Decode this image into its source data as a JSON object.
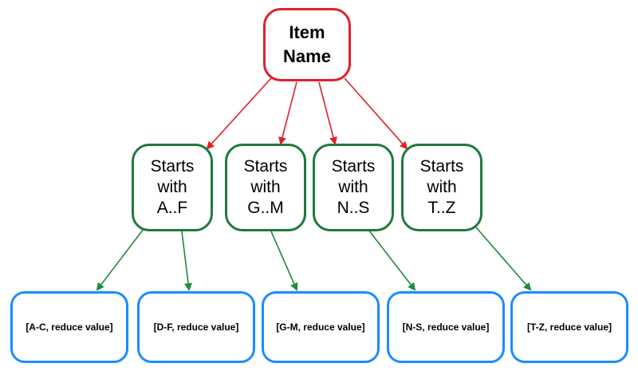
{
  "root": {
    "line1": "Item",
    "line2": "Name"
  },
  "groups": [
    {
      "line1": "Starts",
      "line2": "with",
      "line3": "A..F"
    },
    {
      "line1": "Starts",
      "line2": "with",
      "line3": "G..M"
    },
    {
      "line1": "Starts",
      "line2": "with",
      "line3": "N..S"
    },
    {
      "line1": "Starts",
      "line2": "with",
      "line3": "T..Z"
    }
  ],
  "leaves": [
    "[A-C, reduce value]",
    "[D-F, reduce value]",
    "[G-M, reduce value]",
    "[N-S, reduce value]",
    "[T-Z, reduce value]"
  ],
  "colors": {
    "root_border": "#e0202a",
    "group_border": "#1f7a3a",
    "leaf_border": "#1a8cff",
    "red_arrow": "#e0202a",
    "green_arrow": "#1f8a3c"
  }
}
